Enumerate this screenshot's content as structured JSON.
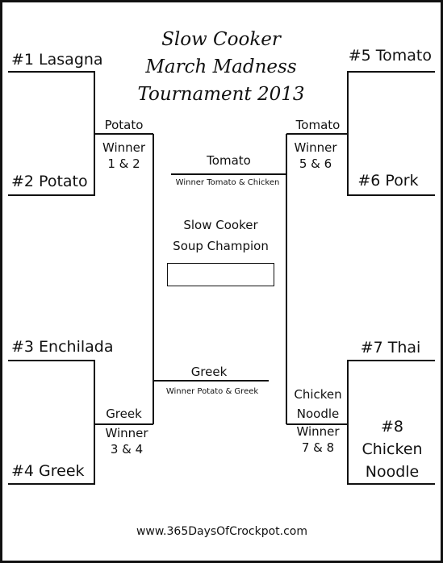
{
  "title": {
    "line1": "Slow Cooker",
    "line2": "March Madness",
    "line3": "Tournament 2013"
  },
  "seeds": {
    "s1": "#1 Lasagna",
    "s2": "#2 Potato",
    "s3": "#3 Enchilada",
    "s4": "#4 Greek",
    "s5": "#5 Tomato",
    "s6": "#6 Pork",
    "s7": "#7 Thai",
    "s8_line1": "#8",
    "s8_line2": "Chicken",
    "s8_line3": "Noodle"
  },
  "round2": {
    "top_left": {
      "team": "Potato",
      "label_line1": "Winner",
      "label_line2": "1 & 2"
    },
    "bottom_left": {
      "team": "Greek",
      "label_line1": "Winner",
      "label_line2": "3 & 4"
    },
    "top_right": {
      "team": "Tomato",
      "label_line1": "Winner",
      "label_line2": "5 & 6"
    },
    "bottom_right": {
      "team_line1": "Chicken",
      "team_line2": "Noodle",
      "label_line1": "Winner",
      "label_line2": "7 & 8"
    }
  },
  "semis": {
    "top": {
      "team": "Tomato",
      "label": "Winner Tomato & Chicken"
    },
    "bottom": {
      "team": "Greek",
      "label": "Winner Potato & Greek"
    }
  },
  "champion": {
    "line1": "Slow Cooker",
    "line2": "Soup Champion",
    "value": ""
  },
  "footer": "www.365DaysOfCrockpot.com"
}
